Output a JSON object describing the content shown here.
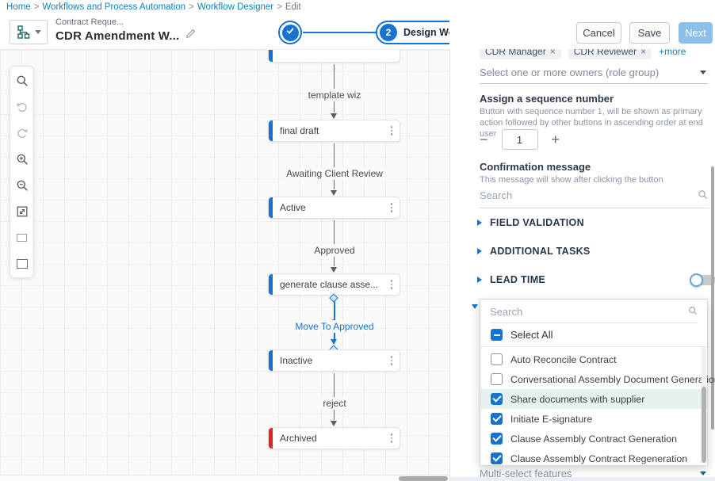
{
  "colors": {
    "link_blue": "#0a84c1",
    "accent_blue": "#1673d2",
    "node_red_accent": "#e02424",
    "next_button_bg": "#8cc0ea",
    "highlight_row_bg": "#e7f1f0"
  },
  "breadcrumb": {
    "links": [
      "Home",
      "Workflows and Process Automation",
      "Workflow Designer"
    ],
    "current": "Edit",
    "separator": ">"
  },
  "header": {
    "doc_type": "Contract Reque...",
    "title": "CDR Amendment W...",
    "stepper": {
      "step2_number": "2",
      "step2_label": "Design Work"
    },
    "buttons": {
      "cancel": "Cancel",
      "save": "Save",
      "next": "Next"
    }
  },
  "canvas": {
    "nodes": [
      {
        "label": "final draft",
        "accent": "blue"
      },
      {
        "label": "Active",
        "accent": "blue"
      },
      {
        "label": "generate clause asse...",
        "accent": "blue"
      },
      {
        "label": "Inactive",
        "accent": "blue"
      },
      {
        "label": "Archived",
        "accent": "red"
      }
    ],
    "edges": [
      {
        "label": "template wiz"
      },
      {
        "label": "Awaiting Client Review"
      },
      {
        "label": "Approved"
      },
      {
        "label": "Move To Approved",
        "selected": true
      },
      {
        "label": "reject"
      }
    ]
  },
  "panel": {
    "owner_chips": [
      {
        "label": "CDR Manager"
      },
      {
        "label": "CDR Reviewer"
      }
    ],
    "chip_remove": "×",
    "more_link": "+more",
    "owners_placeholder": "Select one or more owners (role group)",
    "sequence": {
      "label": "Assign a sequence number",
      "help": "Button with sequence number 1, will be shown as primary action followed by other buttons in ascending order at end user",
      "value": "1",
      "minus": "−",
      "plus": "+"
    },
    "confirmation": {
      "label": "Confirmation message",
      "help": "This message will show after clicking the button",
      "search_placeholder": "Search"
    },
    "sections": [
      {
        "label": "FIELD VALIDATION"
      },
      {
        "label": "ADDITIONAL TASKS"
      },
      {
        "label": "LEAD TIME",
        "toggle": "off"
      }
    ],
    "dropdown": {
      "search_placeholder": "Search",
      "select_all_label": "Select All",
      "options": [
        {
          "label": "Auto Reconcile Contract",
          "checked": false
        },
        {
          "label": "Conversational Assembly Document Generation",
          "checked": false
        },
        {
          "label": "Share documents with supplier",
          "checked": true,
          "highlighted": true
        },
        {
          "label": "Initiate E-signature",
          "checked": true
        },
        {
          "label": "Clause Assembly Contract Generation",
          "checked": true
        },
        {
          "label": "Clause Assembly Contract Regeneration",
          "checked": true
        }
      ]
    },
    "multiselect_label": "Multi-select features"
  }
}
